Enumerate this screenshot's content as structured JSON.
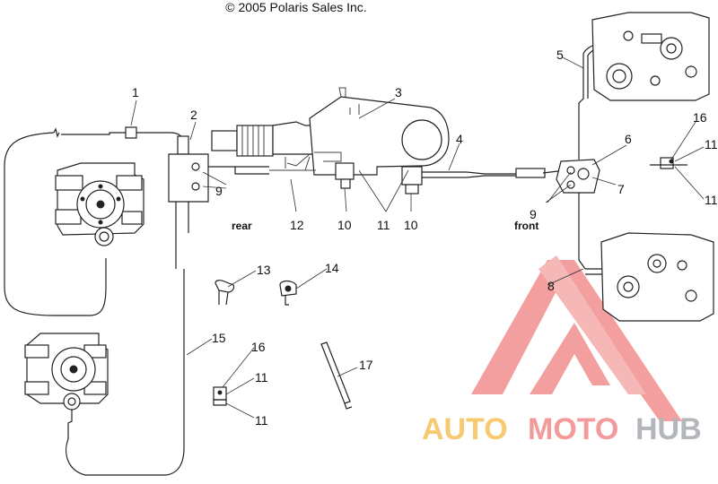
{
  "header": {
    "copyright": "© 2005 Polaris Sales Inc."
  },
  "callouts": {
    "n1": "1",
    "n2": "2",
    "n3": "3",
    "n4": "4",
    "n5": "5",
    "n6": "6",
    "n7": "7",
    "n8": "8",
    "n9a": "9",
    "n9b": "9",
    "n10a": "10",
    "n10b": "10",
    "n11a": "11",
    "n11b": "11",
    "n11c": "11",
    "n11d": "11",
    "n11e": "11",
    "n12": "12",
    "n13": "13",
    "n14": "14",
    "n15": "15",
    "n16a": "16",
    "n16b": "16",
    "n17": "17"
  },
  "labels": {
    "rear": "rear",
    "front": "front"
  },
  "watermark": {
    "part1": "AUTO",
    "part2": "MOTO",
    "part3": "HUB",
    "colors": {
      "auto": "#f5b942",
      "moto": "#f07a7a",
      "hub": "#9aa0a6",
      "triangle": "#f08080"
    }
  }
}
